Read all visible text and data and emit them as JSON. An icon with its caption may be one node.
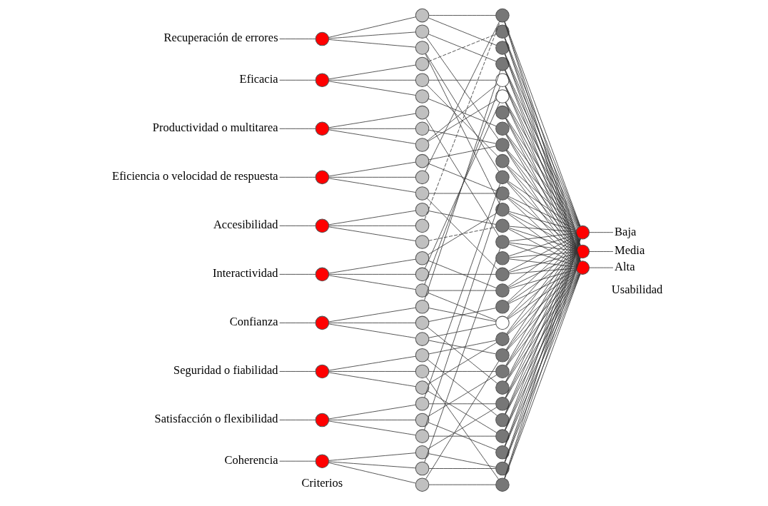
{
  "diagram": {
    "nodes": [
      {
        "text": [],
        "shape": "circle",
        "beside": [
          "Recuperación de errores"
        ]
      },
      {
        "text": [],
        "shape": "circle",
        "beside": [
          "Eficacia"
        ]
      },
      {
        "text": [],
        "shape": "circle",
        "beside": [
          "Productividad o multitarea"
        ]
      },
      {
        "text": [],
        "shape": "circle",
        "beside": [
          "Eficiencia o velocidad de respuesta"
        ]
      },
      {
        "text": [],
        "shape": "circle",
        "beside": [
          "Accesibilidad"
        ]
      },
      {
        "text": [],
        "shape": "circle",
        "beside": [
          "Interactividad"
        ]
      },
      {
        "text": [],
        "shape": "circle",
        "beside": [
          "Confianza"
        ]
      },
      {
        "text": [],
        "shape": "circle",
        "beside": [
          "Seguridad o fiabilidad"
        ]
      },
      {
        "text": [],
        "shape": "circle",
        "beside": [
          "Satisfacción o flexibilidad"
        ]
      },
      {
        "text": [],
        "shape": "circle",
        "beside": [
          "Coherencia"
        ]
      },
      {
        "text": [],
        "shape": "circle"
      },
      {
        "text": [],
        "shape": "circle"
      },
      {
        "text": [],
        "shape": "circle"
      },
      {
        "text": [],
        "shape": "circle"
      },
      {
        "text": [],
        "shape": "circle"
      },
      {
        "text": [],
        "shape": "circle"
      },
      {
        "text": [],
        "shape": "circle"
      },
      {
        "text": [],
        "shape": "circle"
      },
      {
        "text": [],
        "shape": "circle"
      },
      {
        "text": [],
        "shape": "circle"
      },
      {
        "text": [],
        "shape": "circle"
      },
      {
        "text": [],
        "shape": "circle"
      },
      {
        "text": [],
        "shape": "circle"
      },
      {
        "text": [],
        "shape": "circle"
      },
      {
        "text": [],
        "shape": "circle"
      },
      {
        "text": [],
        "shape": "circle"
      },
      {
        "text": [],
        "shape": "circle"
      },
      {
        "text": [],
        "shape": "circle"
      },
      {
        "text": [],
        "shape": "circle"
      },
      {
        "text": [],
        "shape": "circle"
      },
      {
        "text": [],
        "shape": "circle"
      },
      {
        "text": [],
        "shape": "circle"
      },
      {
        "text": [],
        "shape": "circle"
      },
      {
        "text": [],
        "shape": "circle"
      },
      {
        "text": [],
        "shape": "circle"
      },
      {
        "text": [],
        "shape": "circle"
      },
      {
        "text": [],
        "shape": "circle"
      },
      {
        "text": [],
        "shape": "circle"
      },
      {
        "text": [],
        "shape": "circle"
      },
      {
        "text": [],
        "shape": "circle"
      },
      {
        "text": [],
        "shape": "circle"
      },
      {
        "text": [],
        "shape": "circle"
      },
      {
        "text": [],
        "shape": "circle"
      },
      {
        "text": [],
        "shape": "circle"
      },
      {
        "text": [],
        "shape": "circle"
      },
      {
        "text": [],
        "shape": "circle"
      },
      {
        "text": [],
        "shape": "circle"
      },
      {
        "text": [],
        "shape": "circle"
      },
      {
        "text": [],
        "shape": "circle"
      },
      {
        "text": [],
        "shape": "circle"
      },
      {
        "text": [],
        "shape": "circle"
      },
      {
        "text": [],
        "shape": "circle"
      },
      {
        "text": [],
        "shape": "circle"
      },
      {
        "text": [],
        "shape": "circle"
      },
      {
        "text": [],
        "shape": "circle"
      },
      {
        "text": [],
        "shape": "circle"
      },
      {
        "text": [],
        "shape": "circle"
      },
      {
        "text": [],
        "shape": "circle"
      },
      {
        "text": [],
        "shape": "circle"
      },
      {
        "text": [],
        "shape": "circle"
      },
      {
        "text": [],
        "shape": "circle"
      },
      {
        "text": [],
        "shape": "circle"
      },
      {
        "text": [],
        "shape": "circle"
      },
      {
        "text": [],
        "shape": "circle"
      },
      {
        "text": [],
        "shape": "circle"
      },
      {
        "text": [],
        "shape": "circle"
      },
      {
        "text": [],
        "shape": "circle"
      },
      {
        "text": [],
        "shape": "circle"
      },
      {
        "text": [],
        "shape": "circle"
      },
      {
        "text": [],
        "shape": "circle"
      },
      {
        "text": [],
        "shape": "circle",
        "beside": [
          "Baja"
        ]
      },
      {
        "text": [],
        "shape": "circle",
        "beside": [
          "Media"
        ]
      },
      {
        "text": [],
        "shape": "circle",
        "beside": [
          "Alta"
        ]
      }
    ],
    "edges": [
      {
        "from": null,
        "to": 0,
        "arrow": "none"
      },
      {
        "from": null,
        "to": 1,
        "arrow": "none"
      },
      {
        "from": null,
        "to": 2,
        "arrow": "none"
      },
      {
        "from": null,
        "to": 3,
        "arrow": "none"
      },
      {
        "from": null,
        "to": 4,
        "arrow": "none"
      },
      {
        "from": null,
        "to": 5,
        "arrow": "none"
      },
      {
        "from": null,
        "to": 6,
        "arrow": "none"
      },
      {
        "from": null,
        "to": 7,
        "arrow": "none"
      },
      {
        "from": null,
        "to": 8,
        "arrow": "none"
      },
      {
        "from": null,
        "to": 9,
        "arrow": "none"
      },
      {
        "from": 0,
        "to": 10,
        "arrow": "none"
      },
      {
        "from": 0,
        "to": 11,
        "arrow": "none"
      },
      {
        "from": 0,
        "to": 12,
        "arrow": "none"
      },
      {
        "from": 1,
        "to": 13,
        "arrow": "none"
      },
      {
        "from": 1,
        "to": 14,
        "arrow": "none"
      },
      {
        "from": 1,
        "to": 15,
        "arrow": "none"
      },
      {
        "from": 2,
        "to": 16,
        "arrow": "none"
      },
      {
        "from": 2,
        "to": 17,
        "arrow": "none"
      },
      {
        "from": 2,
        "to": 18,
        "arrow": "none"
      },
      {
        "from": 3,
        "to": 19,
        "arrow": "none"
      },
      {
        "from": 3,
        "to": 20,
        "arrow": "none"
      },
      {
        "from": 3,
        "to": 21,
        "arrow": "none"
      },
      {
        "from": 4,
        "to": 22,
        "arrow": "none"
      },
      {
        "from": 4,
        "to": 23,
        "arrow": "none"
      },
      {
        "from": 4,
        "to": 24,
        "arrow": "none"
      },
      {
        "from": 5,
        "to": 25,
        "arrow": "none"
      },
      {
        "from": 5,
        "to": 26,
        "arrow": "none"
      },
      {
        "from": 5,
        "to": 27,
        "arrow": "none"
      },
      {
        "from": 6,
        "to": 28,
        "arrow": "none"
      },
      {
        "from": 6,
        "to": 29,
        "arrow": "none"
      },
      {
        "from": 6,
        "to": 30,
        "arrow": "none"
      },
      {
        "from": 7,
        "to": 31,
        "arrow": "none"
      },
      {
        "from": 7,
        "to": 32,
        "arrow": "none"
      },
      {
        "from": 7,
        "to": 33,
        "arrow": "none"
      },
      {
        "from": 8,
        "to": 34,
        "arrow": "none"
      },
      {
        "from": 8,
        "to": 35,
        "arrow": "none"
      },
      {
        "from": 8,
        "to": 36,
        "arrow": "none"
      },
      {
        "from": 9,
        "to": 37,
        "arrow": "none"
      },
      {
        "from": 9,
        "to": 38,
        "arrow": "none"
      },
      {
        "from": 9,
        "to": 39,
        "arrow": "none"
      },
      {
        "from": 10,
        "to": 40,
        "arrow": "none"
      },
      {
        "from": 10,
        "to": 42,
        "arrow": "none"
      },
      {
        "from": 11,
        "to": 43,
        "arrow": "none"
      },
      {
        "from": 11,
        "to": 48,
        "arrow": "none"
      },
      {
        "from": 12,
        "to": 50,
        "arrow": "none"
      },
      {
        "from": 12,
        "to": 52,
        "arrow": "none"
      },
      {
        "from": 13,
        "to": 41,
        "arrow": "none",
        "style": "dashed"
      },
      {
        "from": 14,
        "to": 44,
        "arrow": "none"
      },
      {
        "from": 14,
        "to": 49,
        "arrow": "none"
      },
      {
        "from": 15,
        "to": 47,
        "arrow": "none"
      },
      {
        "from": 16,
        "to": 54,
        "arrow": "none"
      },
      {
        "from": 17,
        "to": 48,
        "arrow": "none"
      },
      {
        "from": 18,
        "to": 44,
        "arrow": "none"
      },
      {
        "from": 18,
        "to": 45,
        "arrow": "none"
      },
      {
        "from": 19,
        "to": 48,
        "arrow": "none"
      },
      {
        "from": 19,
        "to": 51,
        "arrow": "none"
      },
      {
        "from": 20,
        "to": 40,
        "arrow": "none"
      },
      {
        "from": 21,
        "to": 51,
        "arrow": "none"
      },
      {
        "from": 21,
        "to": 56,
        "arrow": "none"
      },
      {
        "from": 22,
        "to": 53,
        "arrow": "none"
      },
      {
        "from": 23,
        "to": 40,
        "arrow": "none",
        "style": "dashed"
      },
      {
        "from": 24,
        "to": 53,
        "arrow": "none",
        "style": "dashed"
      },
      {
        "from": 25,
        "to": 57,
        "arrow": "none"
      },
      {
        "from": 25,
        "to": 52,
        "arrow": "none"
      },
      {
        "from": 26,
        "to": 56,
        "arrow": "none"
      },
      {
        "from": 26,
        "to": 45,
        "arrow": "none"
      },
      {
        "from": 27,
        "to": 57,
        "arrow": "none"
      },
      {
        "from": 27,
        "to": 44,
        "arrow": "none"
      },
      {
        "from": 27,
        "to": 59,
        "arrow": "none"
      },
      {
        "from": 28,
        "to": 59,
        "arrow": "none"
      },
      {
        "from": 28,
        "to": 43,
        "arrow": "none"
      },
      {
        "from": 29,
        "to": 58,
        "arrow": "none"
      },
      {
        "from": 29,
        "to": 63,
        "arrow": "none"
      },
      {
        "from": 30,
        "to": 61,
        "arrow": "none"
      },
      {
        "from": 30,
        "to": 59,
        "arrow": "none"
      },
      {
        "from": 31,
        "to": 60,
        "arrow": "none"
      },
      {
        "from": 31,
        "to": 65,
        "arrow": "none"
      },
      {
        "from": 32,
        "to": 62,
        "arrow": "none"
      },
      {
        "from": 32,
        "to": 69,
        "arrow": "none"
      },
      {
        "from": 33,
        "to": 60,
        "arrow": "none"
      },
      {
        "from": 33,
        "to": 66,
        "arrow": "none"
      },
      {
        "from": 34,
        "to": 64,
        "arrow": "none"
      },
      {
        "from": 34,
        "to": 50,
        "arrow": "none"
      },
      {
        "from": 35,
        "to": 67,
        "arrow": "none"
      },
      {
        "from": 35,
        "to": 62,
        "arrow": "none"
      },
      {
        "from": 36,
        "to": 66,
        "arrow": "none"
      },
      {
        "from": 36,
        "to": 51,
        "arrow": "none"
      },
      {
        "from": 37,
        "to": 64,
        "arrow": "none"
      },
      {
        "from": 37,
        "to": 68,
        "arrow": "none"
      },
      {
        "from": 38,
        "to": 68,
        "arrow": "none"
      },
      {
        "from": 38,
        "to": 54,
        "arrow": "none"
      },
      {
        "from": 39,
        "to": 69,
        "arrow": "none"
      },
      {
        "from": 39,
        "to": 61,
        "arrow": "none"
      },
      {
        "from": 40,
        "to": 70,
        "arrow": "none"
      },
      {
        "from": 40,
        "to": 71,
        "arrow": "none"
      },
      {
        "from": 40,
        "to": 72,
        "arrow": "none"
      },
      {
        "from": 41,
        "to": 70,
        "arrow": "none"
      },
      {
        "from": 41,
        "to": 71,
        "arrow": "none"
      },
      {
        "from": 41,
        "to": 72,
        "arrow": "none"
      },
      {
        "from": 42,
        "to": 70,
        "arrow": "none"
      },
      {
        "from": 42,
        "to": 71,
        "arrow": "none"
      },
      {
        "from": 42,
        "to": 72,
        "arrow": "none"
      },
      {
        "from": 43,
        "to": 70,
        "arrow": "none"
      },
      {
        "from": 43,
        "to": 71,
        "arrow": "none"
      },
      {
        "from": 43,
        "to": 72,
        "arrow": "none"
      },
      {
        "from": 44,
        "to": 70,
        "arrow": "none"
      },
      {
        "from": 44,
        "to": 71,
        "arrow": "none"
      },
      {
        "from": 44,
        "to": 72,
        "arrow": "none"
      },
      {
        "from": 45,
        "to": 70,
        "arrow": "none"
      },
      {
        "from": 45,
        "to": 71,
        "arrow": "none"
      },
      {
        "from": 45,
        "to": 72,
        "arrow": "none"
      },
      {
        "from": 46,
        "to": 70,
        "arrow": "none"
      },
      {
        "from": 46,
        "to": 71,
        "arrow": "none"
      },
      {
        "from": 46,
        "to": 72,
        "arrow": "none"
      },
      {
        "from": 47,
        "to": 70,
        "arrow": "none"
      },
      {
        "from": 47,
        "to": 71,
        "arrow": "none"
      },
      {
        "from": 47,
        "to": 72,
        "arrow": "none"
      },
      {
        "from": 48,
        "to": 70,
        "arrow": "none"
      },
      {
        "from": 48,
        "to": 71,
        "arrow": "none"
      },
      {
        "from": 48,
        "to": 72,
        "arrow": "none"
      },
      {
        "from": 49,
        "to": 70,
        "arrow": "none"
      },
      {
        "from": 49,
        "to": 71,
        "arrow": "none"
      },
      {
        "from": 49,
        "to": 72,
        "arrow": "none"
      },
      {
        "from": 50,
        "to": 70,
        "arrow": "none"
      },
      {
        "from": 50,
        "to": 71,
        "arrow": "none"
      },
      {
        "from": 50,
        "to": 72,
        "arrow": "none"
      },
      {
        "from": 51,
        "to": 70,
        "arrow": "none"
      },
      {
        "from": 51,
        "to": 71,
        "arrow": "none"
      },
      {
        "from": 51,
        "to": 72,
        "arrow": "none"
      },
      {
        "from": 52,
        "to": 70,
        "arrow": "none"
      },
      {
        "from": 52,
        "to": 71,
        "arrow": "none"
      },
      {
        "from": 52,
        "to": 72,
        "arrow": "none"
      },
      {
        "from": 53,
        "to": 70,
        "arrow": "none"
      },
      {
        "from": 53,
        "to": 71,
        "arrow": "none"
      },
      {
        "from": 53,
        "to": 72,
        "arrow": "none"
      },
      {
        "from": 54,
        "to": 70,
        "arrow": "none"
      },
      {
        "from": 54,
        "to": 71,
        "arrow": "none"
      },
      {
        "from": 54,
        "to": 72,
        "arrow": "none"
      },
      {
        "from": 55,
        "to": 70,
        "arrow": "none"
      },
      {
        "from": 55,
        "to": 71,
        "arrow": "none"
      },
      {
        "from": 55,
        "to": 72,
        "arrow": "none"
      },
      {
        "from": 56,
        "to": 70,
        "arrow": "none"
      },
      {
        "from": 56,
        "to": 71,
        "arrow": "none"
      },
      {
        "from": 56,
        "to": 72,
        "arrow": "none"
      },
      {
        "from": 57,
        "to": 70,
        "arrow": "none"
      },
      {
        "from": 57,
        "to": 71,
        "arrow": "none"
      },
      {
        "from": 57,
        "to": 72,
        "arrow": "none"
      },
      {
        "from": 58,
        "to": 70,
        "arrow": "none"
      },
      {
        "from": 58,
        "to": 71,
        "arrow": "none"
      },
      {
        "from": 58,
        "to": 72,
        "arrow": "none"
      },
      {
        "from": 59,
        "to": 70,
        "arrow": "none"
      },
      {
        "from": 59,
        "to": 71,
        "arrow": "none"
      },
      {
        "from": 59,
        "to": 72,
        "arrow": "none"
      },
      {
        "from": 60,
        "to": 70,
        "arrow": "none"
      },
      {
        "from": 60,
        "to": 71,
        "arrow": "none"
      },
      {
        "from": 60,
        "to": 72,
        "arrow": "none"
      },
      {
        "from": 61,
        "to": 70,
        "arrow": "none"
      },
      {
        "from": 61,
        "to": 71,
        "arrow": "none"
      },
      {
        "from": 61,
        "to": 72,
        "arrow": "none"
      },
      {
        "from": 62,
        "to": 70,
        "arrow": "none"
      },
      {
        "from": 62,
        "to": 71,
        "arrow": "none"
      },
      {
        "from": 62,
        "to": 72,
        "arrow": "none"
      },
      {
        "from": 63,
        "to": 70,
        "arrow": "none"
      },
      {
        "from": 63,
        "to": 71,
        "arrow": "none"
      },
      {
        "from": 63,
        "to": 72,
        "arrow": "none"
      },
      {
        "from": 64,
        "to": 70,
        "arrow": "none"
      },
      {
        "from": 64,
        "to": 71,
        "arrow": "none"
      },
      {
        "from": 64,
        "to": 72,
        "arrow": "none"
      },
      {
        "from": 65,
        "to": 70,
        "arrow": "none"
      },
      {
        "from": 65,
        "to": 71,
        "arrow": "none"
      },
      {
        "from": 65,
        "to": 72,
        "arrow": "none"
      },
      {
        "from": 66,
        "to": 70,
        "arrow": "none"
      },
      {
        "from": 66,
        "to": 71,
        "arrow": "none"
      },
      {
        "from": 66,
        "to": 72,
        "arrow": "none"
      },
      {
        "from": 67,
        "to": 70,
        "arrow": "none"
      },
      {
        "from": 67,
        "to": 71,
        "arrow": "none"
      },
      {
        "from": 67,
        "to": 72,
        "arrow": "none"
      },
      {
        "from": 68,
        "to": 70,
        "arrow": "none"
      },
      {
        "from": 68,
        "to": 71,
        "arrow": "none"
      },
      {
        "from": 68,
        "to": 72,
        "arrow": "none"
      },
      {
        "from": 69,
        "to": 70,
        "arrow": "none"
      },
      {
        "from": 69,
        "to": 71,
        "arrow": "none"
      },
      {
        "from": 69,
        "to": 72,
        "arrow": "none"
      },
      {
        "from": 70,
        "to": null,
        "arrow": "none"
      },
      {
        "from": 71,
        "to": null,
        "arrow": "none"
      },
      {
        "from": 72,
        "to": null,
        "arrow": "none"
      }
    ],
    "labels": [
      "Criterios",
      "Usabilidad"
    ]
  }
}
